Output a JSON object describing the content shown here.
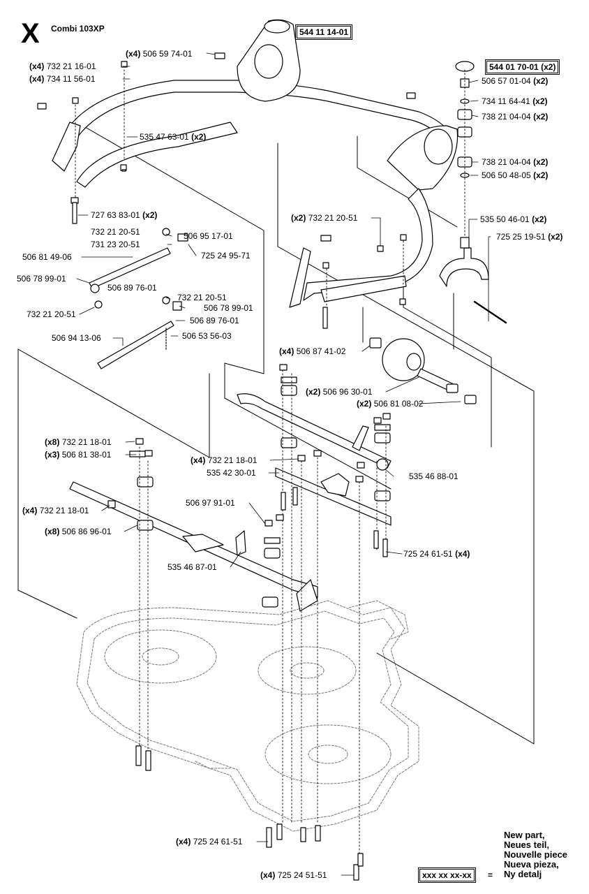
{
  "header": {
    "section_letter": "X",
    "model": "Combi 103XP"
  },
  "callouts": {
    "c01": {
      "qty": "",
      "part": "544 11 14-01",
      "qty_after": "",
      "new": true
    },
    "c02": {
      "qty": "(x4)",
      "part": "506 59 74-01",
      "qty_after": ""
    },
    "c03": {
      "qty": "(x4)",
      "part": "732 21 16-01",
      "qty_after": ""
    },
    "c04": {
      "qty": "(x4)",
      "part": "734 11 56-01",
      "qty_after": ""
    },
    "c05": {
      "qty": "",
      "part": "544 01 70-01",
      "qty_after": "(x2)",
      "new": true
    },
    "c06": {
      "qty": "",
      "part": "506 57 01-04",
      "qty_after": "(x2)"
    },
    "c07": {
      "qty": "",
      "part": "734 11 64-41",
      "qty_after": "(x2)"
    },
    "c08": {
      "qty": "",
      "part": "738 21 04-04",
      "qty_after": "(x2)"
    },
    "c09": {
      "qty": "",
      "part": "535 47 63-01",
      "qty_after": "(x2)"
    },
    "c10": {
      "qty": "",
      "part": "738 21 04-04",
      "qty_after": "(x2)"
    },
    "c11": {
      "qty": "",
      "part": "506 50 48-05",
      "qty_after": "(x2)"
    },
    "c12": {
      "qty": "",
      "part": "727 63 83-01",
      "qty_after": "(x2)"
    },
    "c13": {
      "qty": "(x2)",
      "part": "732 21 20-51",
      "qty_after": ""
    },
    "c14": {
      "qty": "",
      "part": "535 50 46-01",
      "qty_after": "(x2)"
    },
    "c15": {
      "qty": "",
      "part": "732 21 20-51",
      "qty_after": ""
    },
    "c16": {
      "qty": "",
      "part": "506 95 17-01",
      "qty_after": ""
    },
    "c17": {
      "qty": "",
      "part": "725 25 19-51",
      "qty_after": "(x2)"
    },
    "c18": {
      "qty": "",
      "part": "731 23 20-51",
      "qty_after": ""
    },
    "c19": {
      "qty": "",
      "part": "725 24 95-71",
      "qty_after": ""
    },
    "c20": {
      "qty": "",
      "part": "506 81 49-06",
      "qty_after": ""
    },
    "c21": {
      "qty": "",
      "part": "506 78 99-01",
      "qty_after": ""
    },
    "c22": {
      "qty": "",
      "part": "506 89 76-01",
      "qty_after": ""
    },
    "c23": {
      "qty": "",
      "part": "732 21 20-51",
      "qty_after": ""
    },
    "c24": {
      "qty": "",
      "part": "732 21 20-51",
      "qty_after": ""
    },
    "c25": {
      "qty": "",
      "part": "506 78 99-01",
      "qty_after": ""
    },
    "c26": {
      "qty": "",
      "part": "506 89 76-01",
      "qty_after": ""
    },
    "c27": {
      "qty": "",
      "part": "506 94 13-06",
      "qty_after": ""
    },
    "c28": {
      "qty": "",
      "part": "506 53 56-03",
      "qty_after": ""
    },
    "c29": {
      "qty": "(x4)",
      "part": "506 87 41-02",
      "qty_after": ""
    },
    "c30": {
      "qty": "(x2)",
      "part": "506 96 30-01",
      "qty_after": ""
    },
    "c31": {
      "qty": "(x2)",
      "part": "506 81 08-02",
      "qty_after": ""
    },
    "c32": {
      "qty": "(x8)",
      "part": "732 21 18-01",
      "qty_after": ""
    },
    "c33": {
      "qty": "(x3)",
      "part": "506 81 38-01",
      "qty_after": ""
    },
    "c34": {
      "qty": "(x4)",
      "part": "732 21 18-01",
      "qty_after": ""
    },
    "c35": {
      "qty": "",
      "part": "535 42 30-01",
      "qty_after": ""
    },
    "c36": {
      "qty": "",
      "part": "535 46 88-01",
      "qty_after": ""
    },
    "c37": {
      "qty": "(x4)",
      "part": "732 21 18-01",
      "qty_after": ""
    },
    "c38": {
      "qty": "",
      "part": "506 97 91-01",
      "qty_after": ""
    },
    "c39": {
      "qty": "(x8)",
      "part": "506 86 96-01",
      "qty_after": ""
    },
    "c40": {
      "qty": "",
      "part": "725 24 61-51",
      "qty_after": "(x4)"
    },
    "c41": {
      "qty": "",
      "part": "535 46 87-01",
      "qty_after": ""
    },
    "c42": {
      "qty": "(x4)",
      "part": "725 24 61-51",
      "qty_after": ""
    },
    "c43": {
      "qty": "(x4)",
      "part": "725 24 51-51",
      "qty_after": ""
    }
  },
  "legend": {
    "box_text": "xxx xx xx-xx",
    "equals": "=",
    "lines": [
      "New part,",
      "Neues teil,",
      "Nouvelle piece",
      "Nueva pieza,",
      "Ny detalj"
    ]
  }
}
